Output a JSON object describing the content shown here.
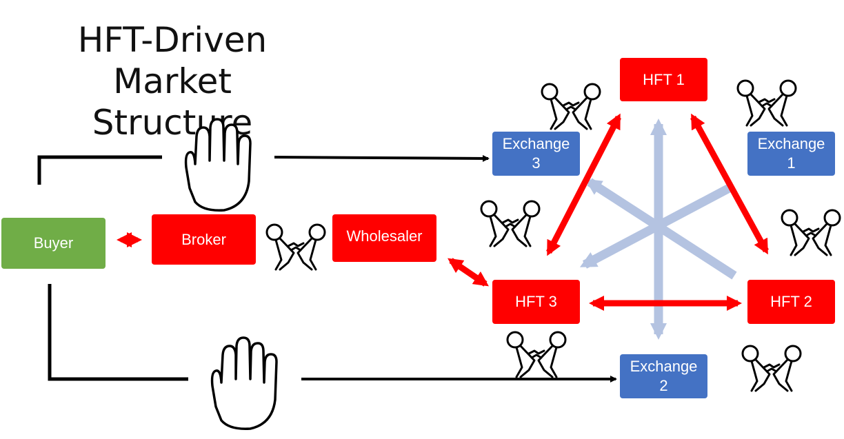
{
  "title": {
    "line1": "HFT-Driven",
    "line2": "Market Structure"
  },
  "nodes": {
    "buyer": "Buyer",
    "broker": "Broker",
    "wholesaler": "Wholesaler",
    "hft1": "HFT 1",
    "hft2": "HFT 2",
    "hft3": "HFT 3",
    "exchange1": "Exchange\n1",
    "exchange2": "Exchange\n2",
    "exchange3": "Exchange\n3"
  },
  "colors": {
    "red": "#ff0000",
    "blue": "#4472c4",
    "green": "#70ad47",
    "light_blue_arrow": "#b4c3e1",
    "black_line": "#000000"
  },
  "icons": [
    "hand-stop-icon",
    "handshake-icon"
  ]
}
